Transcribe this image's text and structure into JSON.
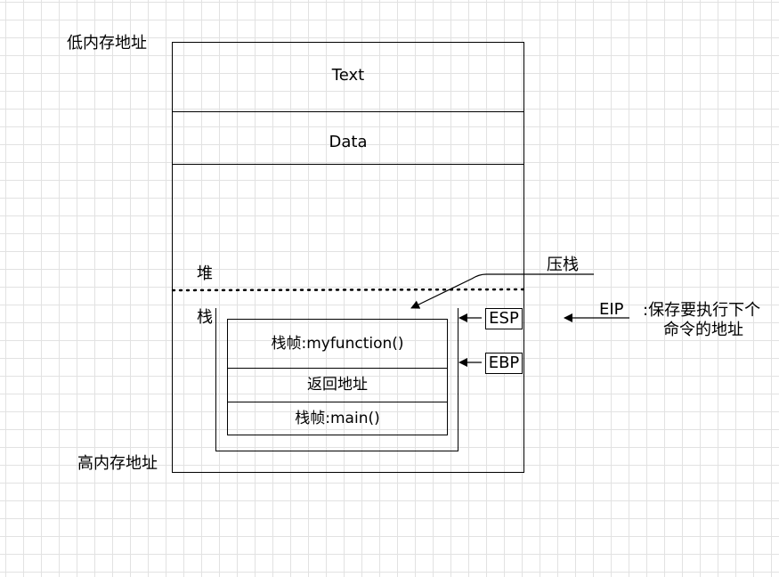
{
  "labels": {
    "low_address": "低内存地址",
    "high_address": "高内存地址",
    "heap": "堆",
    "stack": "栈",
    "push": "压栈"
  },
  "segments": {
    "text": "Text",
    "data": "Data"
  },
  "frames": [
    {
      "label": "栈帧:myfunction()"
    },
    {
      "label": "返回地址"
    },
    {
      "label": "栈帧:main()"
    }
  ],
  "registers": {
    "esp": "ESP",
    "ebp": "EBP",
    "eip": "EIP",
    "eip_desc_line1": ":保存要执行下个",
    "eip_desc_line2": "命令的地址"
  }
}
